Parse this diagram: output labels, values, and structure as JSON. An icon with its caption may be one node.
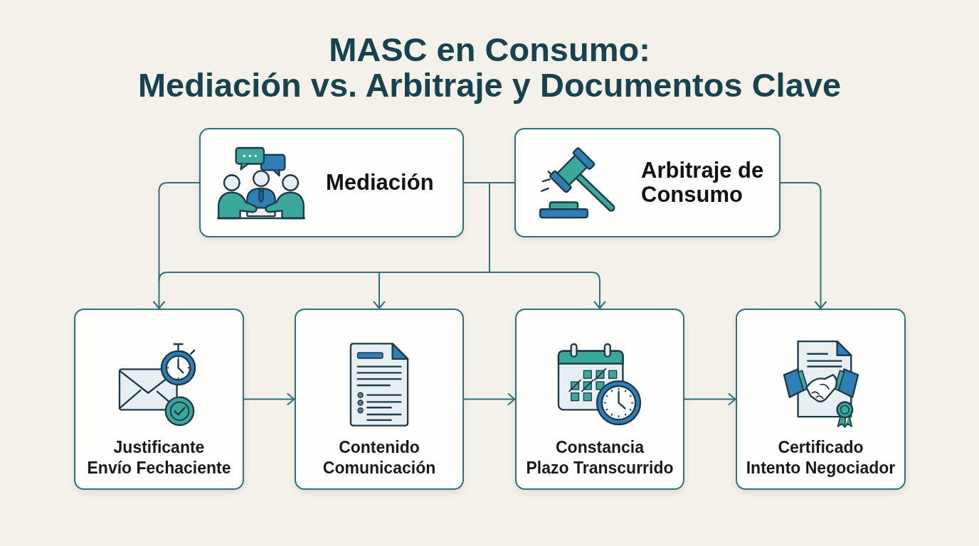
{
  "diagram": {
    "title": "MASC en Consumo: Mediación vs. Arbitraje y Documentos Clave",
    "nodes": [
      {
        "text": [
          "Mediación"
        ]
      },
      {
        "text": [
          "Arbitraje de Consumo"
        ]
      },
      {
        "text": [
          "Justificante Envío Fechaciente"
        ]
      },
      {
        "text": [
          "Contenido Comunicación"
        ]
      },
      {
        "text": [
          "Constancia Plazo Transcurrido"
        ]
      },
      {
        "text": [
          "Certificado Intento Negociador"
        ]
      }
    ],
    "edges": [
      {
        "from": 0,
        "to": 2,
        "arrow": "to"
      },
      {
        "from": 0,
        "to": 3,
        "arrow": "to"
      },
      {
        "from": 0,
        "to": 4,
        "arrow": "to"
      },
      {
        "from": 1,
        "to": 2,
        "arrow": "to"
      },
      {
        "from": 1,
        "to": 3,
        "arrow": "to"
      },
      {
        "from": 1,
        "to": 4,
        "arrow": "to"
      },
      {
        "from": 1,
        "to": 5,
        "arrow": "to"
      },
      {
        "from": 2,
        "to": 3,
        "arrow": "to"
      },
      {
        "from": 3,
        "to": 4,
        "arrow": "to"
      },
      {
        "from": 4,
        "to": 5,
        "arrow": "to"
      }
    ]
  }
}
